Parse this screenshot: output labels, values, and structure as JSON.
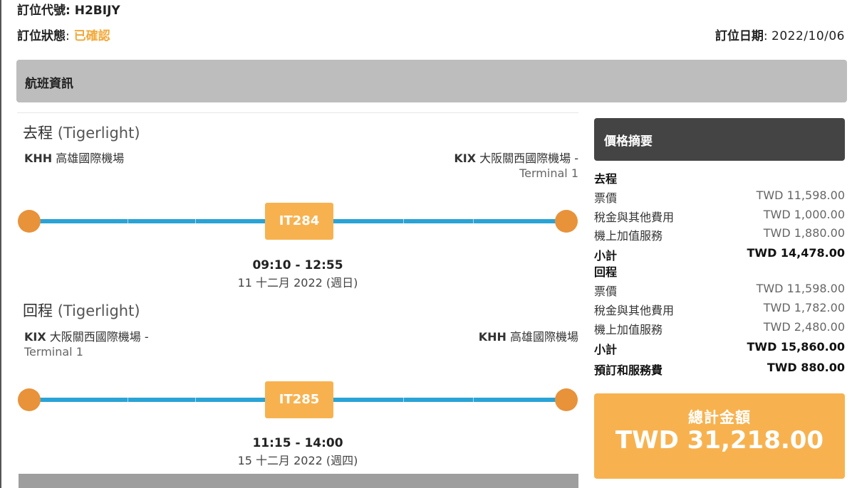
{
  "booking": {
    "code_label": "訂位代號:",
    "code": "H2BIJY",
    "status_label": "訂位狀態",
    "status": "已確認",
    "date_label": "訂位日期",
    "date": "2022/10/06",
    "colon": ":"
  },
  "section": {
    "title": "航班資訊"
  },
  "outbound": {
    "title": "去程",
    "fare": "(Tigerlight)",
    "origin_code": "KHH",
    "origin_name": "高雄國際機場",
    "dest_code": "KIX",
    "dest_name": "大阪關西國際機場 -",
    "dest_terminal": "Terminal 1",
    "flight_no": "IT284",
    "time": "09:10 - 12:55",
    "date": "11 十二月 2022 (週日)"
  },
  "inbound": {
    "title": "回程",
    "fare": "(Tigerlight)",
    "origin_code": "KIX",
    "origin_name": "大阪關西國際機場 -",
    "origin_terminal": "Terminal 1",
    "dest_code": "KHH",
    "dest_name": "高雄國際機場",
    "flight_no": "IT285",
    "time": "11:15 - 14:00",
    "date": "15 十二月 2022 (週四)"
  },
  "price": {
    "header": "價格摘要",
    "outbound_heading": "去程",
    "outbound": [
      {
        "label": "票價",
        "amount": "TWD 11,598.00"
      },
      {
        "label": "稅金與其他費用",
        "amount": "TWD 1,000.00"
      },
      {
        "label": "機上加值服務",
        "amount": "TWD 1,880.00"
      }
    ],
    "outbound_subtotal_label": "小計",
    "outbound_subtotal": "TWD 14,478.00",
    "inbound_heading": "回程",
    "inbound": [
      {
        "label": "票價",
        "amount": "TWD 11,598.00"
      },
      {
        "label": "稅金與其他費用",
        "amount": "TWD 1,782.00"
      },
      {
        "label": "機上加值服務",
        "amount": "TWD 2,480.00"
      }
    ],
    "inbound_subtotal_label": "小計",
    "inbound_subtotal": "TWD 15,860.00",
    "service_fee_label": "預訂和服務費",
    "service_fee": "TWD 880.00",
    "total_label": "總計金額",
    "total": "TWD 31,218.00"
  },
  "colors": {
    "accent_orange": "#f7b24f",
    "status_orange": "#f2a93b",
    "route_blue": "#2aa3d6",
    "dot_orange": "#e8923a",
    "header_dark": "#444444",
    "section_grey": "#bdbdbd"
  }
}
